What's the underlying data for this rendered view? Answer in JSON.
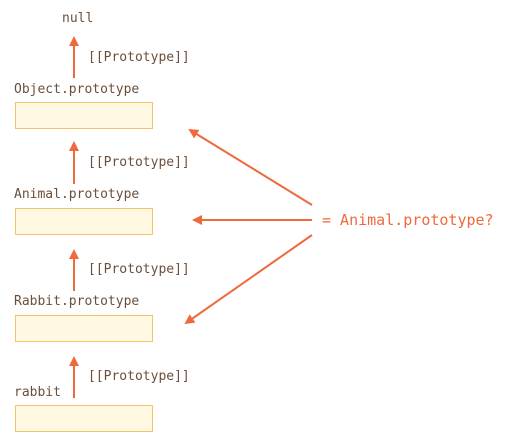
{
  "diagram": {
    "null_label": "null",
    "link_label": "[[Prototype]]",
    "nodes": [
      {
        "name": "Object.prototype"
      },
      {
        "name": "Animal.prototype"
      },
      {
        "name": "Rabbit.prototype"
      },
      {
        "name": "rabbit"
      }
    ],
    "question_text": "= Animal.prototype?",
    "colors": {
      "arrow": "#ee6a3c",
      "box_fill": "#fff9e3",
      "box_border": "#f1c46b",
      "text": "#6b4f3a"
    }
  }
}
